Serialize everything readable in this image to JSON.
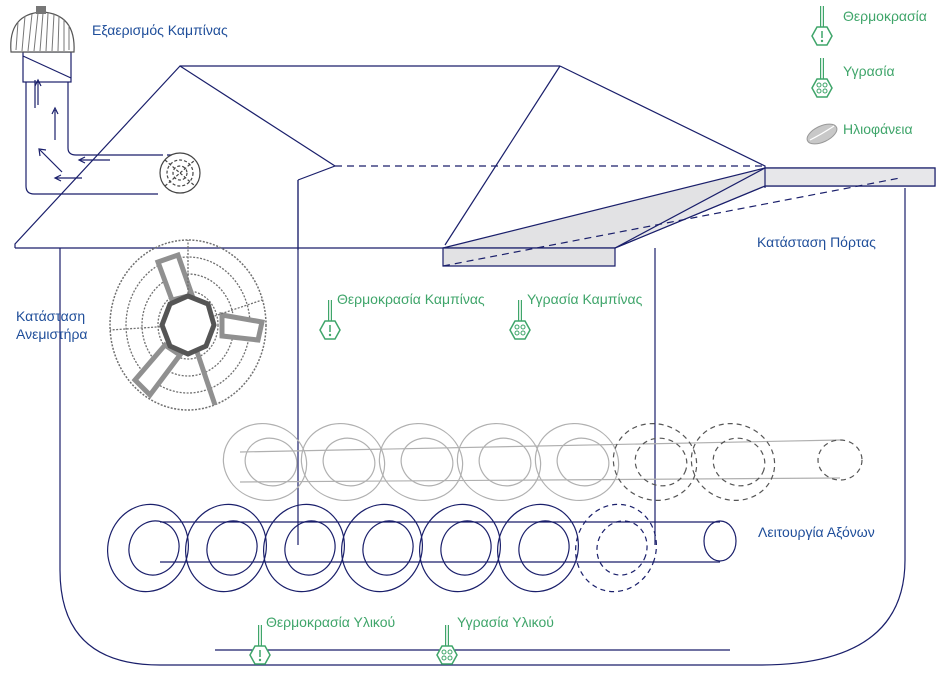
{
  "labels": {
    "roof_fan": "Εξαερισμός Καμπίνας",
    "fan_state": "Κατάσταση Ανεμιστήρα",
    "door_state": "Κατάσταση Πόρτας",
    "cabin_temp": "Θερμοκρασία Καμπίνας",
    "cabin_humidity": "Υγρασία Καμπίνας",
    "axes_operation": "Λειτουργία Αξόνων",
    "material_temp": "Θερμοκρασία Υλικού",
    "material_humidity": "Υγρασία Υλικού"
  },
  "legend": {
    "temperature": "Θερμοκρασία",
    "humidity": "Υγρασία",
    "sunlight": "Ηλιοφάνεια"
  },
  "colors": {
    "outline": "#1a1f6b",
    "label_blue": "#1f4e9a",
    "sensor_green": "#3fa56a",
    "door_fill": "#e2e2e4",
    "fan_gray": "#707070"
  }
}
